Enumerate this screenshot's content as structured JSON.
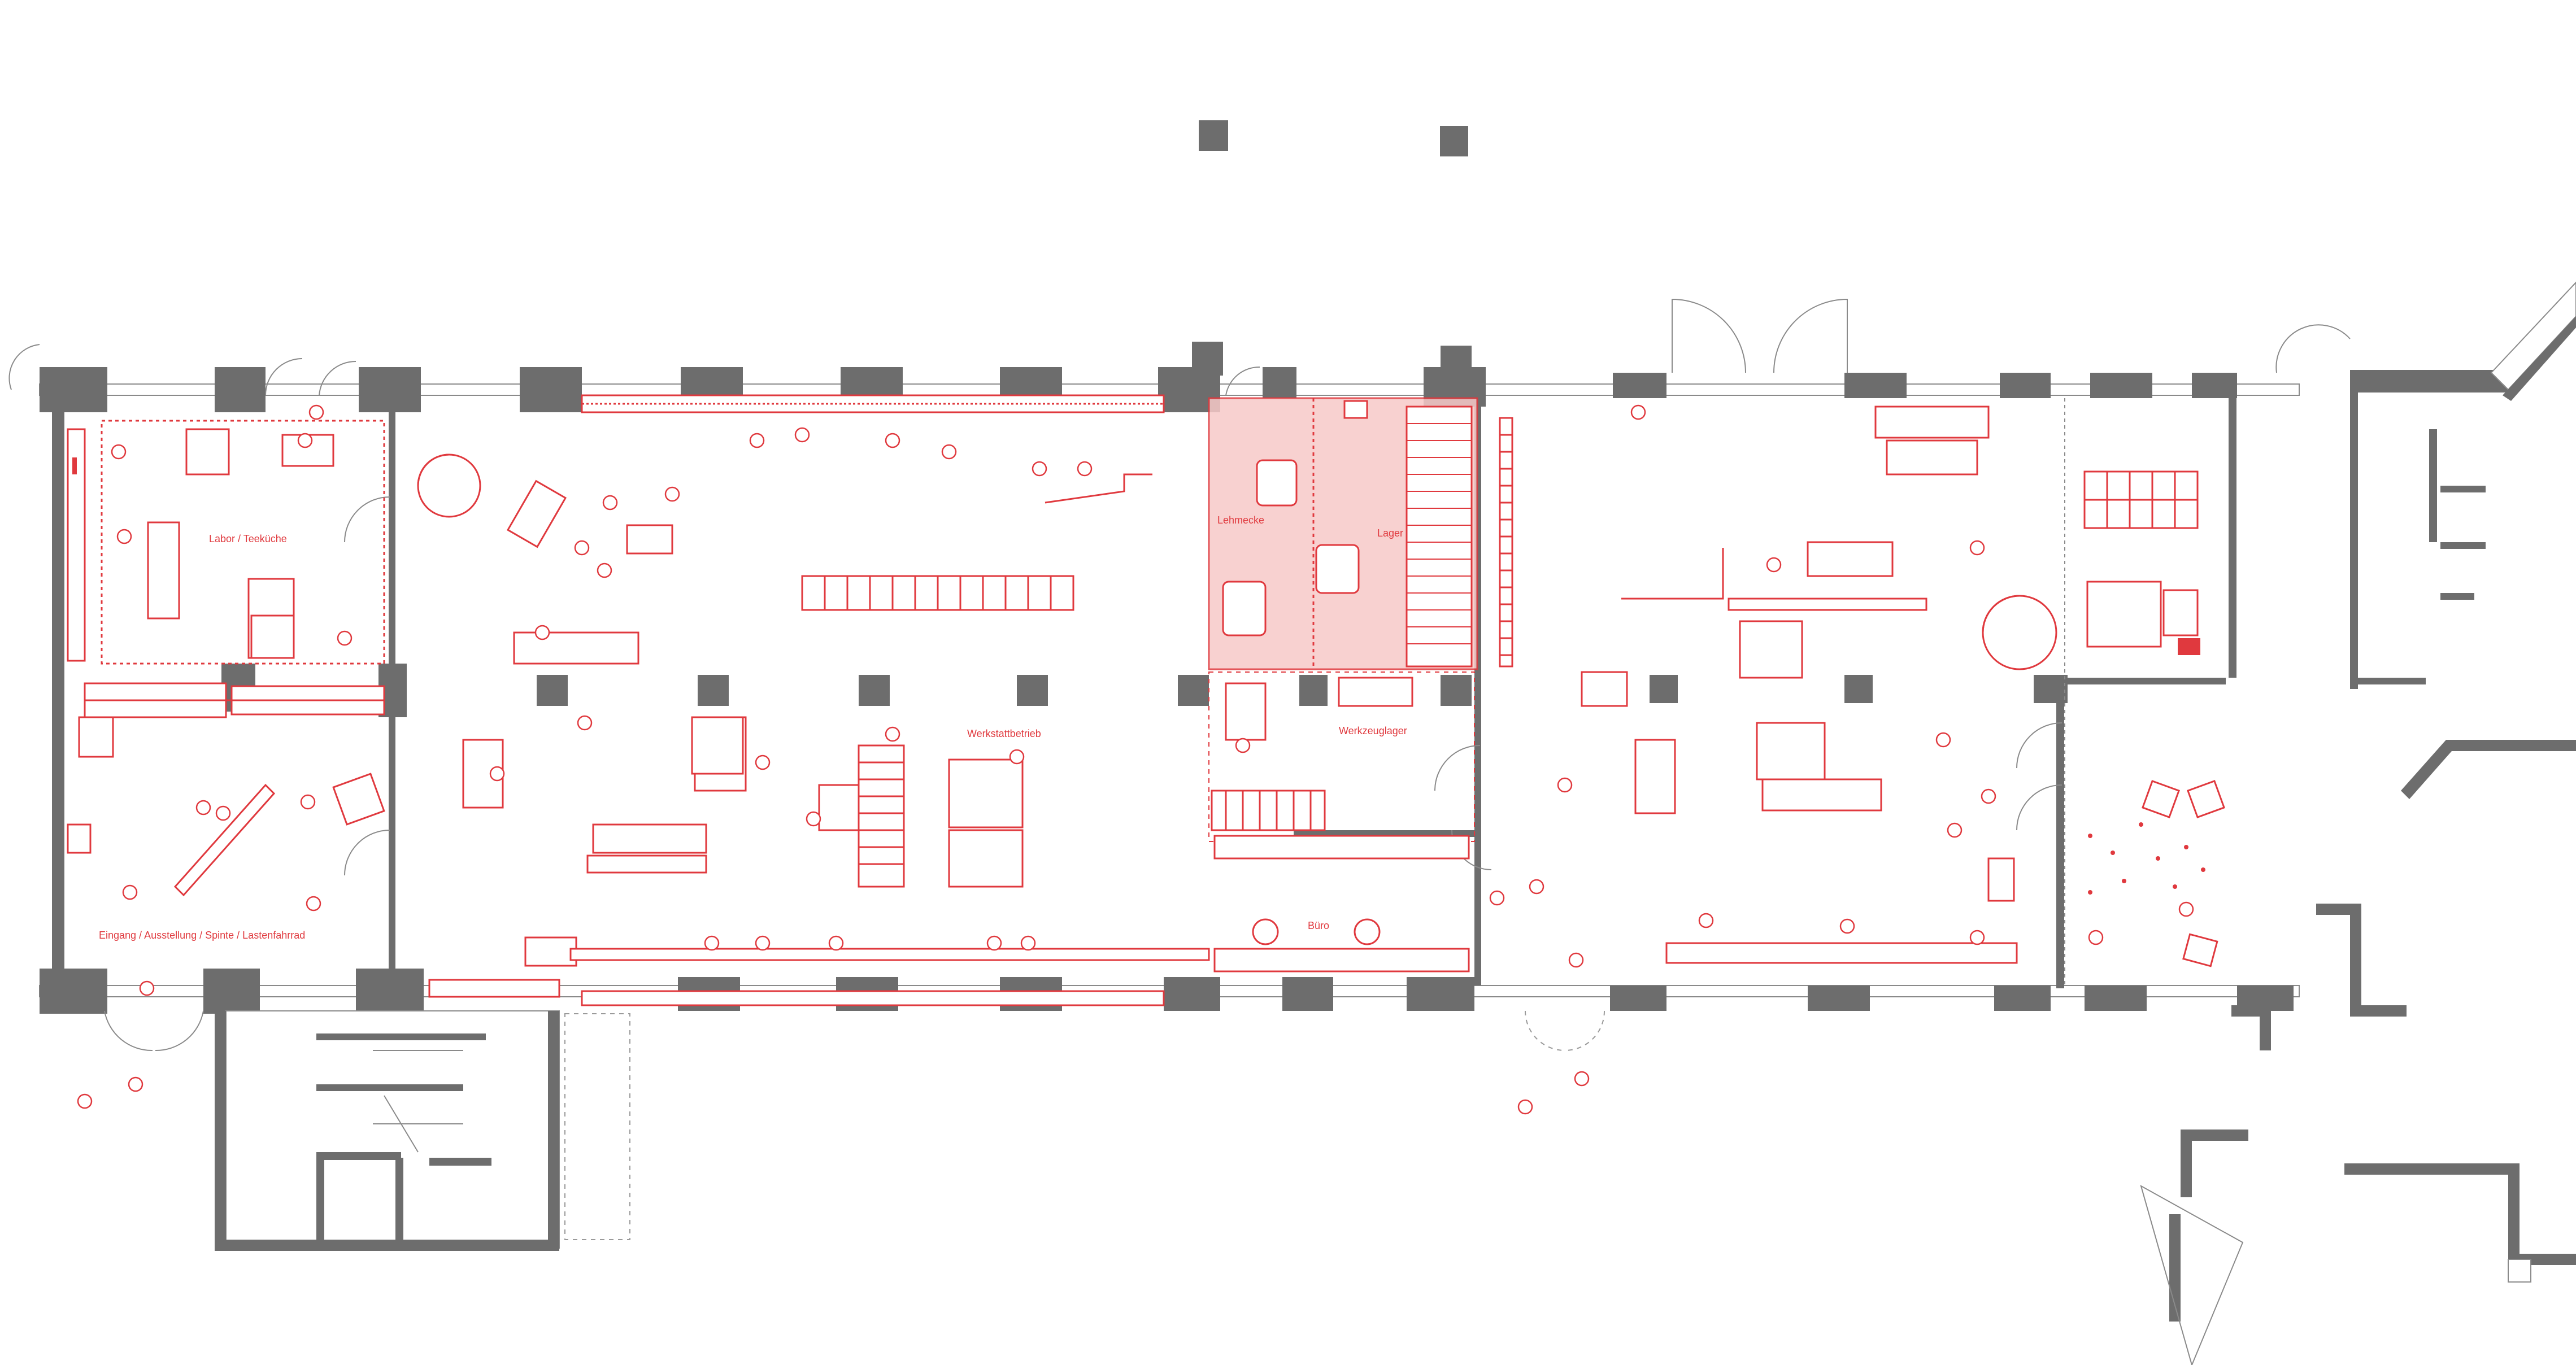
{
  "plan": {
    "rooms": {
      "labor": "Labor / Teeküche",
      "eingang": "Eingang / Ausstellung / Spinte / Lastenfahrrad",
      "lehmecke": "Lehmecke",
      "lager": "Lager",
      "werkstattbetrieb": "Werkstattbetrieb",
      "werkzeuglager": "Werkzeuglager",
      "buero": "Büro"
    },
    "colors": {
      "walls": "#6d6d6d",
      "furniture": "#e0393e",
      "highlight_zone": "#f7c9c8",
      "background": "#ffffff"
    }
  }
}
